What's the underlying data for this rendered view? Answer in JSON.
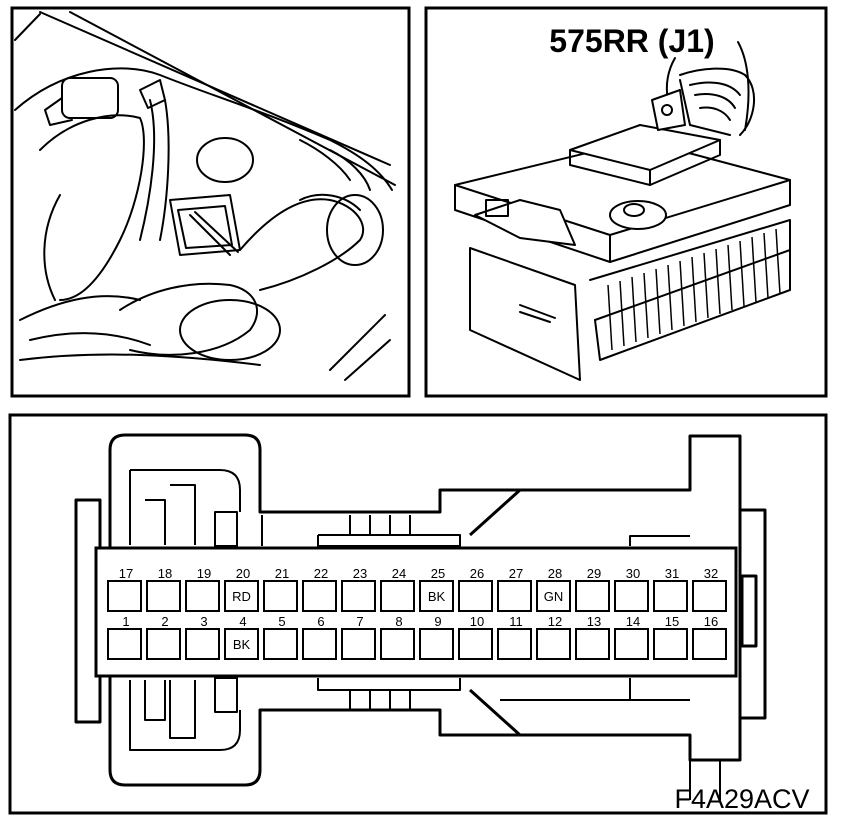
{
  "connector": {
    "label": "575RR (J1)",
    "top_row": [
      {
        "pin": "17",
        "wire": ""
      },
      {
        "pin": "18",
        "wire": ""
      },
      {
        "pin": "19",
        "wire": ""
      },
      {
        "pin": "20",
        "wire": "RD"
      },
      {
        "pin": "21",
        "wire": ""
      },
      {
        "pin": "22",
        "wire": ""
      },
      {
        "pin": "23",
        "wire": ""
      },
      {
        "pin": "24",
        "wire": ""
      },
      {
        "pin": "25",
        "wire": "BK"
      },
      {
        "pin": "26",
        "wire": ""
      },
      {
        "pin": "27",
        "wire": ""
      },
      {
        "pin": "28",
        "wire": "GN"
      },
      {
        "pin": "29",
        "wire": ""
      },
      {
        "pin": "30",
        "wire": ""
      },
      {
        "pin": "31",
        "wire": ""
      },
      {
        "pin": "32",
        "wire": ""
      }
    ],
    "bottom_row": [
      {
        "pin": "1",
        "wire": ""
      },
      {
        "pin": "2",
        "wire": ""
      },
      {
        "pin": "3",
        "wire": ""
      },
      {
        "pin": "4",
        "wire": "BK"
      },
      {
        "pin": "5",
        "wire": ""
      },
      {
        "pin": "6",
        "wire": ""
      },
      {
        "pin": "7",
        "wire": ""
      },
      {
        "pin": "8",
        "wire": ""
      },
      {
        "pin": "9",
        "wire": ""
      },
      {
        "pin": "10",
        "wire": ""
      },
      {
        "pin": "11",
        "wire": ""
      },
      {
        "pin": "12",
        "wire": ""
      },
      {
        "pin": "13",
        "wire": ""
      },
      {
        "pin": "14",
        "wire": ""
      },
      {
        "pin": "15",
        "wire": ""
      },
      {
        "pin": "16",
        "wire": ""
      }
    ]
  },
  "figure_code": "F4A29ACV",
  "colors": {
    "line": "#000000",
    "background": "#ffffff"
  }
}
